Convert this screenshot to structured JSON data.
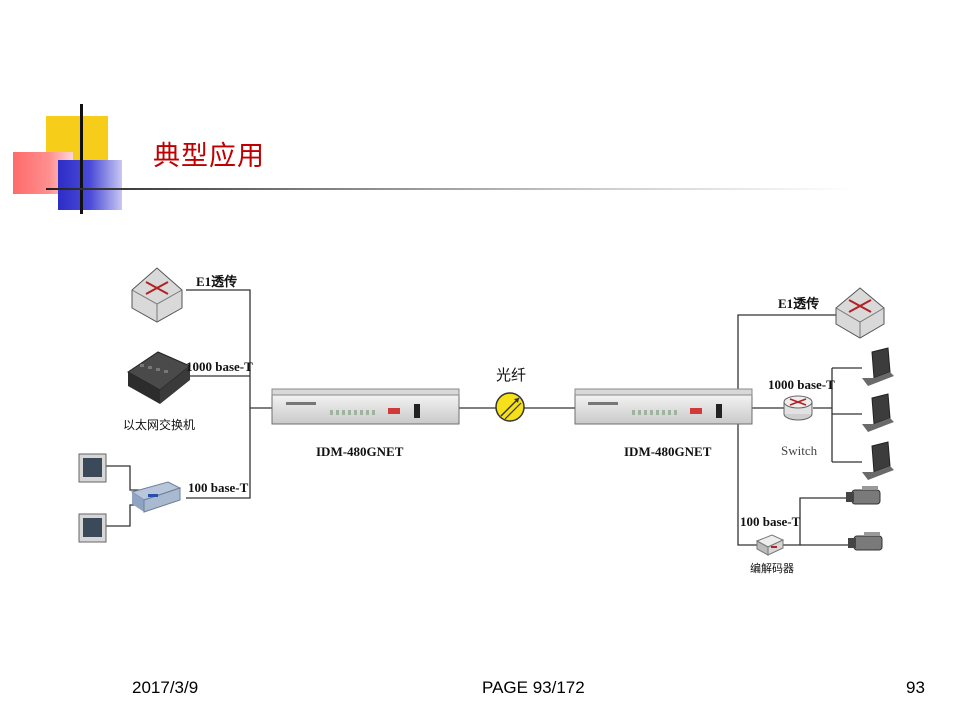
{
  "slide": {
    "title": "典型应用",
    "footer": {
      "date": "2017/3/9",
      "page": "PAGE 93/172",
      "number": "93"
    }
  },
  "diagram": {
    "left": {
      "e1": "E1透传",
      "gige": "1000 base-T",
      "ether_switch": "以太网交换机",
      "fe": "100 base-T"
    },
    "device_left": "IDM-480GNET",
    "fiber": "光纤",
    "device_right": "IDM-480GNET",
    "right": {
      "e1": "E1透传",
      "gige": "1000 base-T",
      "switch": "Switch",
      "fe": "100 base-T",
      "codec": "编解码器"
    }
  },
  "colors": {
    "title": "#c00000",
    "fiber": "#f5e01a",
    "accent_yellow": "#f6cd19",
    "accent_blue": "#2d2dc8",
    "accent_red": "#ff6a6a"
  }
}
